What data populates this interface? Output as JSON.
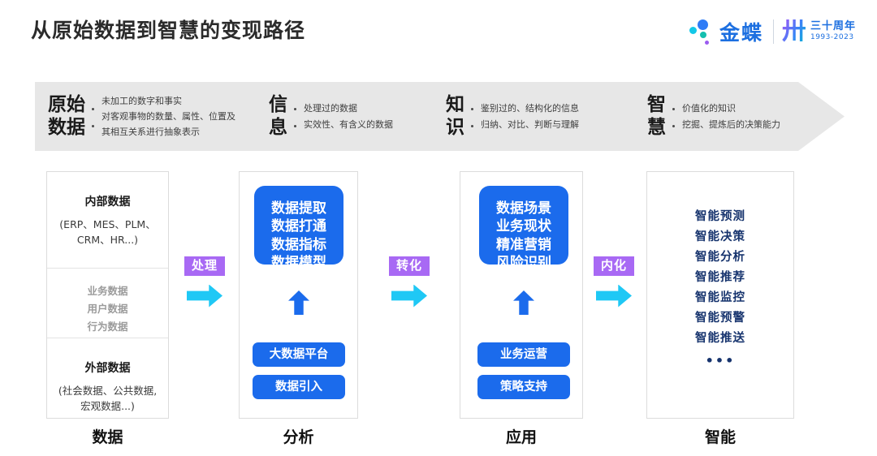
{
  "header": {
    "title": "从原始数据到智慧的变现路径",
    "logo": {
      "brand": "金蝶",
      "anniversary_mark": "卅",
      "anniversary_text": "三十周年",
      "anniversary_years": "1993-2023"
    }
  },
  "band": {
    "items": [
      {
        "key": "原始\n数据",
        "key_line1": "原始",
        "key_line2": "数据",
        "bullets": [
          "未加工的数字和事实",
          "对客观事物的数量、属性、位置及其相互关系进行抽象表示"
        ]
      },
      {
        "key_line1": "信",
        "key_line2": "息",
        "bullets": [
          "处理过的数据",
          "实效性、有含义的数据"
        ]
      },
      {
        "key_line1": "知",
        "key_line2": "识",
        "bullets": [
          "鉴别过的、结构化的信息",
          "归纳、对比、判断与理解"
        ]
      },
      {
        "key_line1": "智",
        "key_line2": "慧",
        "bullets": [
          "价值化的知识",
          "挖掘、提炼后的决策能力"
        ]
      }
    ]
  },
  "columns": [
    {
      "footer": "数据",
      "internal_head": "内部数据",
      "internal_sub_line1": "(ERP、MES、PLM、",
      "internal_sub_line2": "CRM、HR...)",
      "middle": [
        "业务数据",
        "用户数据",
        "行为数据"
      ],
      "external_head": "外部数据",
      "external_sub_line1": "(社会数据、公共数据,",
      "external_sub_line2": "宏观数据...)"
    },
    {
      "footer": "分析",
      "box_lines": [
        "数据提取",
        "数据打通",
        "数据指标",
        "数据模型"
      ],
      "pills": [
        "大数据平台",
        "数据引入"
      ]
    },
    {
      "footer": "应用",
      "box_lines": [
        "数据场景",
        "业务现状",
        "精准营销",
        "风险识别"
      ],
      "pills": [
        "业务运营",
        "策略支持"
      ]
    },
    {
      "footer": "智能",
      "list": [
        "智能预测",
        "智能决策",
        "智能分析",
        "智能推荐",
        "智能监控",
        "智能预警",
        "智能推送"
      ],
      "ellipsis": "•••"
    }
  ],
  "connectors": [
    {
      "label": "处理"
    },
    {
      "label": "转化"
    },
    {
      "label": "内化"
    }
  ],
  "colors": {
    "blue": "#1b6bec",
    "purple": "#a869f4",
    "cyan": "#1fc8f5",
    "navy": "#17346e",
    "band_gray": "#e7e7e7"
  }
}
